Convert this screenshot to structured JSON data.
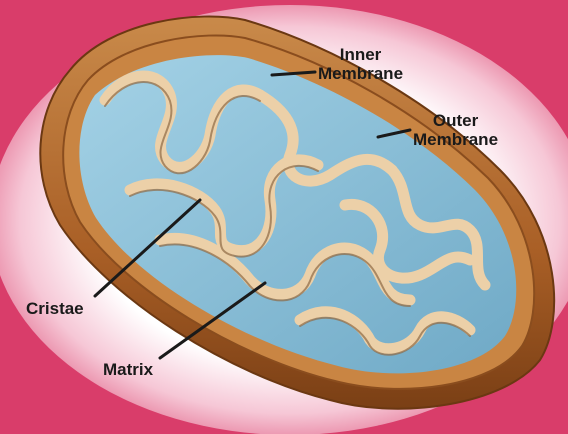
{
  "labels": {
    "inner_membrane": [
      "Inner",
      "Membrane"
    ],
    "outer_membrane": [
      "Outer",
      "Membrane"
    ],
    "cristae": "Cristae",
    "matrix": "Matrix"
  },
  "colors": {
    "background": "#d93d6a",
    "outer_membrane": "#b06a2e",
    "inner_membrane": "#e9c9a0",
    "matrix": "#8ec3dc"
  }
}
